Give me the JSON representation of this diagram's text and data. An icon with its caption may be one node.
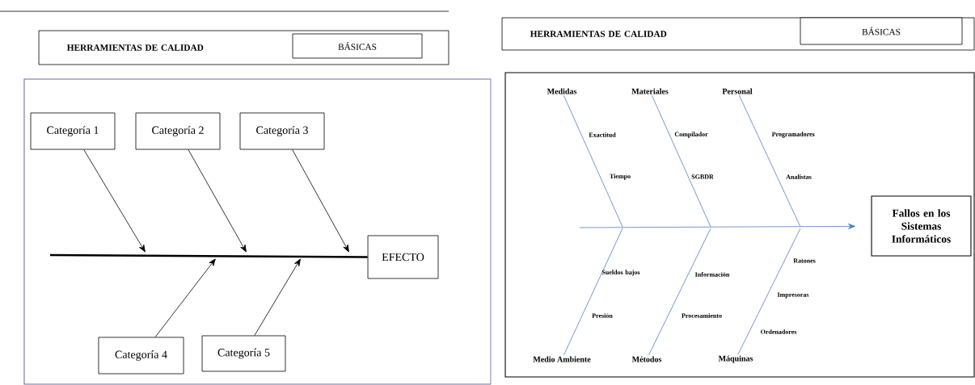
{
  "diagram": {
    "nodes": [
      {
        "text": [
          "HERRAMIENTAS DE CALIDAD"
        ]
      },
      {
        "text": [
          "BÁSICAS"
        ],
        "in": 0
      },
      {
        "text": [],
        "shape": "box"
      },
      {
        "text": [
          "Categoría 1"
        ],
        "in": 2
      },
      {
        "text": [
          "Categoría 2"
        ],
        "in": 2
      },
      {
        "text": [
          "Categoría 3"
        ],
        "in": 2
      },
      {
        "text": [
          "Categoría 4"
        ],
        "in": 2
      },
      {
        "text": [
          "Categoría 5"
        ],
        "in": 2
      },
      {
        "text": [
          "EFECTO"
        ],
        "in": 2
      },
      {
        "text": [
          "HERRAMIENTAS DE CALIDAD"
        ]
      },
      {
        "text": [
          "BÁSICAS"
        ],
        "in": 9
      },
      {
        "text": [],
        "shape": "box"
      },
      {
        "text": [
          "Medidas"
        ],
        "in": 11
      },
      {
        "text": [
          "Materiales"
        ],
        "in": 11
      },
      {
        "text": [
          "Personal"
        ],
        "in": 11
      },
      {
        "text": [
          "Fallos en los Sistemas Informáticos"
        ],
        "in": 11
      },
      {
        "text": [
          "Medio Ambiente"
        ],
        "in": 11
      },
      {
        "text": [
          "Métodos"
        ],
        "in": 11
      },
      {
        "text": [
          "Máquinas"
        ],
        "in": 11
      }
    ],
    "edges": [
      {
        "from": 3,
        "to": null,
        "arrow": "to",
        "color": "#000000"
      },
      {
        "from": 4,
        "to": null,
        "arrow": "to",
        "color": "#000000"
      },
      {
        "from": 5,
        "to": null,
        "arrow": "to",
        "color": "#000000"
      },
      {
        "from": 6,
        "to": null,
        "arrow": "to",
        "color": "#000000"
      },
      {
        "from": 7,
        "to": null,
        "arrow": "to",
        "color": "#000000"
      },
      {
        "from": null,
        "to": 8,
        "arrow": "none",
        "style": "thick",
        "color": "#000000"
      },
      {
        "from": null,
        "to": 15,
        "arrow": "to"
      },
      {
        "from": 12,
        "to": null,
        "arrow": "none"
      },
      {
        "from": 13,
        "to": null,
        "arrow": "none"
      },
      {
        "from": 14,
        "to": null,
        "arrow": "none"
      },
      {
        "from": 16,
        "to": null,
        "arrow": "none"
      },
      {
        "from": 17,
        "to": null,
        "arrow": "none"
      },
      {
        "from": 18,
        "to": null,
        "arrow": "none"
      }
    ],
    "labels": [
      "Exactitud",
      "Compilador",
      "Programadores",
      "Tiempo",
      "SGBDR",
      "Analistas",
      "Ratones",
      "Sueldos bajos",
      "Información",
      "Impresoras",
      "Presión",
      "Procesamiento",
      "Ordenadores"
    ]
  }
}
